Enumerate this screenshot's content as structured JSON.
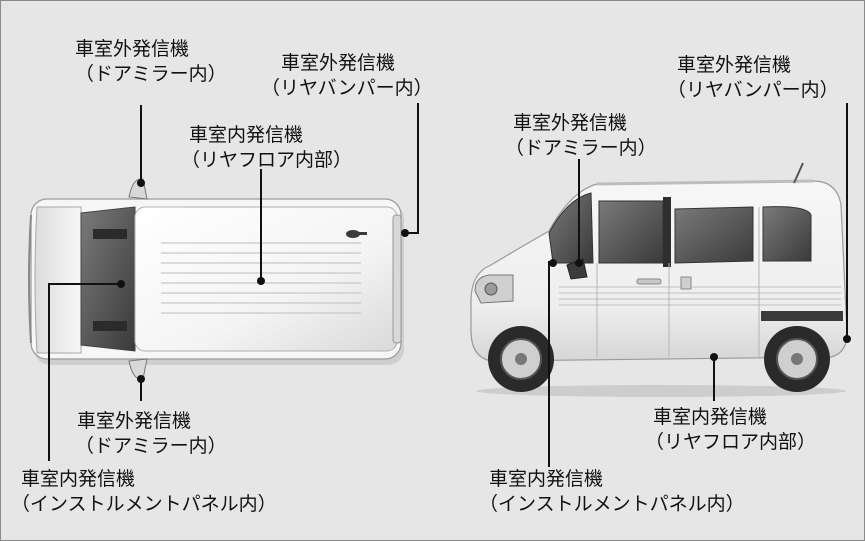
{
  "figure": {
    "labels": {
      "top_mirror_upper": {
        "line1": "車室外発信機",
        "line2": "（ドアミラー内）"
      },
      "top_rear_bumper": {
        "line1": "車室外発信機",
        "line2": "（リヤバンパー内）"
      },
      "top_rear_floor": {
        "line1": "車室内発信機",
        "line2": "（リヤフロア内部）"
      },
      "top_mirror_lower": {
        "line1": "車室外発信機",
        "line2": "（ドアミラー内）"
      },
      "top_instrument": {
        "line1": "車室内発信機",
        "line2": "（インストルメントパネル内）"
      },
      "side_rear_bumper": {
        "line1": "車室外発信機",
        "line2": "（リヤバンパー内）"
      },
      "side_mirror": {
        "line1": "車室外発信機",
        "line2": "（ドアミラー内）"
      },
      "side_rear_floor": {
        "line1": "車室内発信機",
        "line2": "（リヤフロア内部）"
      },
      "side_instrument": {
        "line1": "車室内発信機",
        "line2": "（インストルメントパネル内）"
      }
    }
  }
}
